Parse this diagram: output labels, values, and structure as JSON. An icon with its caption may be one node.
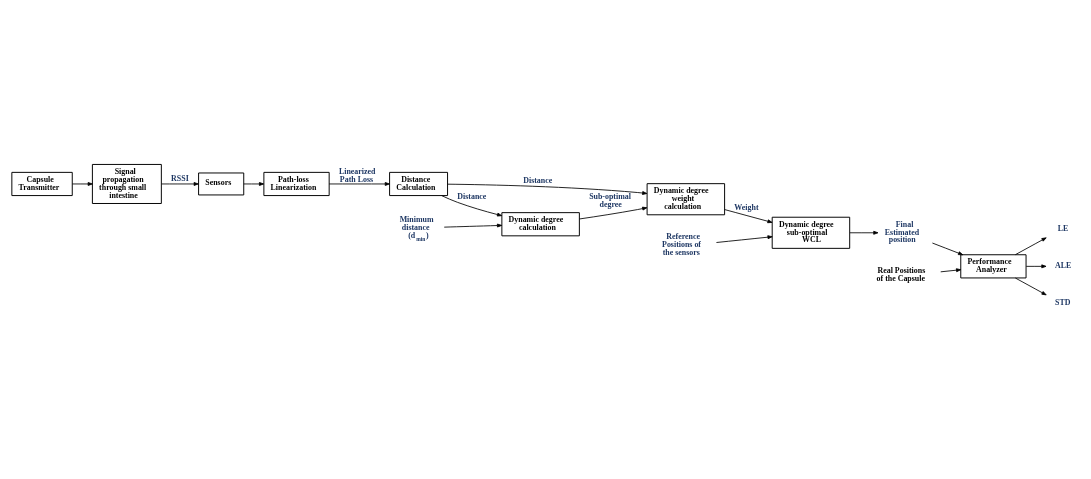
{
  "diagram": {
    "nodes": [
      {
        "text": [
          "Capsule Transmitter"
        ]
      },
      {
        "text": [
          "Signal propagation through small intestine"
        ]
      },
      {
        "text": [
          "Sensors"
        ]
      },
      {
        "text": [
          "Path-loss Linearization"
        ]
      },
      {
        "text": [
          "Distance Calculation"
        ]
      },
      {
        "text": [
          "Minimum distance (d$_{min}$)"
        ]
      },
      {
        "text": [
          "Dynamic degree calculation"
        ]
      },
      {
        "text": [
          "Dynamic degree weight calculation"
        ]
      },
      {
        "text": [
          "Reference Positions of the sensors"
        ]
      },
      {
        "text": [
          "Dynamic degree sub-optimal WCL"
        ]
      },
      {
        "text": [
          "Final Estimated position"
        ]
      },
      {
        "text": [
          "Real Positions of the Capsule"
        ]
      },
      {
        "text": [
          "Performance Analyzer"
        ]
      },
      {
        "text": [
          "LE"
        ]
      },
      {
        "text": [
          "ALE"
        ]
      },
      {
        "text": [
          "STD"
        ]
      }
    ],
    "edges": [
      {
        "from": 0,
        "to": 1,
        "arrow": "to"
      },
      {
        "from": 1,
        "to": 2,
        "arrow": "to",
        "label": "RSSI"
      },
      {
        "from": 2,
        "to": 3,
        "arrow": "to"
      },
      {
        "from": 3,
        "to": 4,
        "arrow": "to",
        "label": "Linearized Path Loss"
      },
      {
        "from": 4,
        "to": 7,
        "arrow": "to",
        "label": "Distance"
      },
      {
        "from": 4,
        "to": 6,
        "arrow": "to",
        "label": "Distance"
      },
      {
        "from": 5,
        "to": 6,
        "arrow": "to"
      },
      {
        "from": 6,
        "to": 7,
        "arrow": "to",
        "label": "Sub-optimal degree"
      },
      {
        "from": 7,
        "to": 9,
        "arrow": "to",
        "label": "Weight"
      },
      {
        "from": 8,
        "to": 9,
        "arrow": "to"
      },
      {
        "from": 9,
        "to": 10,
        "arrow": "to"
      },
      {
        "from": 10,
        "to": 12,
        "arrow": "to"
      },
      {
        "from": 11,
        "to": 12,
        "arrow": "to"
      },
      {
        "from": 12,
        "to": 13,
        "arrow": "to"
      },
      {
        "from": 12,
        "to": 14,
        "arrow": "to"
      },
      {
        "from": 12,
        "to": 15,
        "arrow": "to"
      }
    ]
  }
}
